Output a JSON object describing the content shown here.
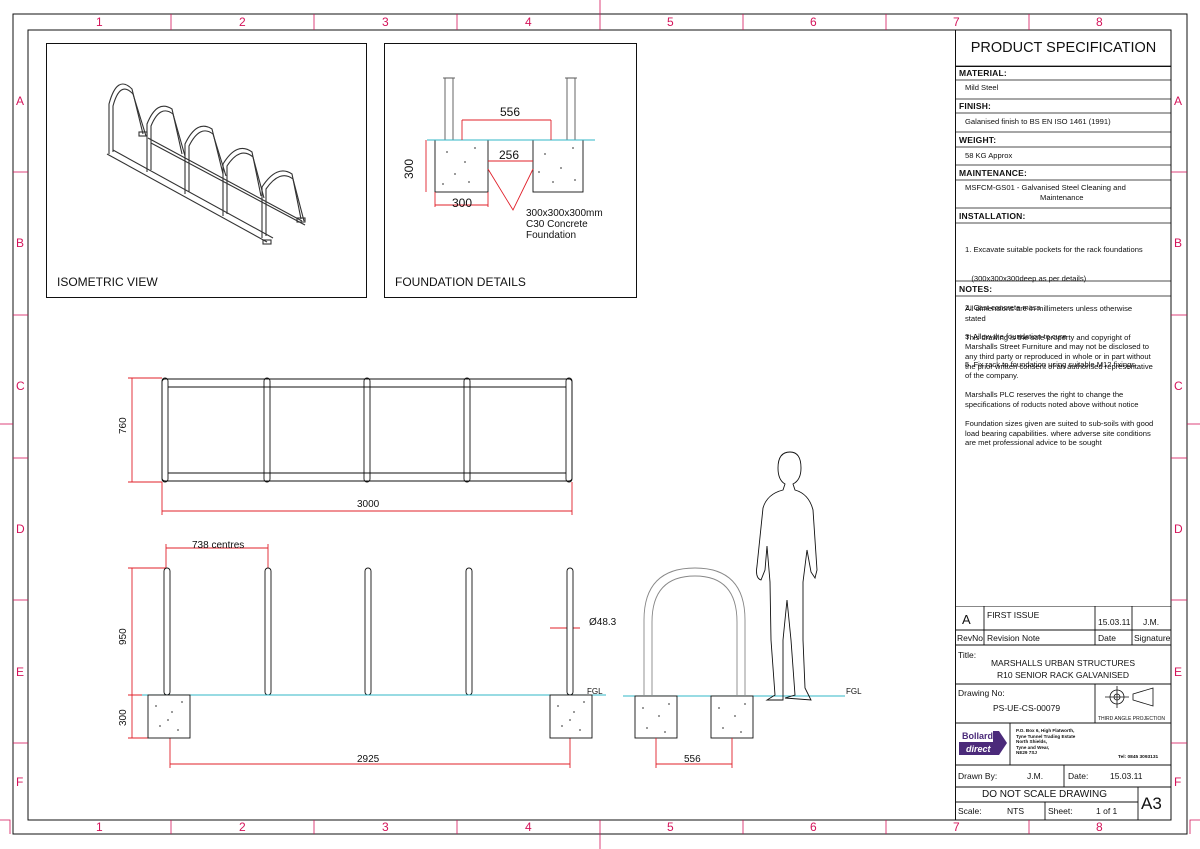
{
  "border": {
    "zones_top": [
      "1",
      "2",
      "3",
      "4",
      "5",
      "6",
      "7",
      "8"
    ],
    "zones_side": [
      "A",
      "B",
      "C",
      "D",
      "E",
      "F"
    ]
  },
  "views": {
    "isometric_label": "ISOMETRIC VIEW",
    "foundation_label": "FOUNDATION DETAILS"
  },
  "foundation": {
    "dim_556": "556",
    "dim_256": "256",
    "dim_300_h": "300",
    "dim_300_w": "300",
    "note_lines": [
      "300x300x300mm",
      "C30 Concrete",
      "Foundation"
    ]
  },
  "plan": {
    "dim_760": "760",
    "dim_3000": "3000"
  },
  "elevation": {
    "dim_centres": "738 centres",
    "dim_950": "950",
    "dim_300": "300",
    "dim_dia": "Ø48.3",
    "fgl": "FGL",
    "dim_2925": "2925"
  },
  "end_view": {
    "dim_556": "556",
    "fgl": "FGL"
  },
  "spec": {
    "title": "PRODUCT SPECIFICATION",
    "material_h": "MATERIAL:",
    "material": "Mild Steel",
    "finish_h": "FINISH:",
    "finish": "Galanised finish to BS EN ISO 1461 (1991)",
    "weight_h": "WEIGHT:",
    "weight": "58 KG Approx",
    "maint_h": "MAINTENANCE:",
    "maint_lines": [
      "MSFCM-GS01  - Galvanised Steel Cleaning and",
      "Maintenance"
    ],
    "install_h": "INSTALLATION:",
    "install_lines": [
      "1. Excavate suitable pockets for the rack foundations",
      "   (300x300x300deep as per details)",
      "2. Cast concrete mass",
      "3. Allow the foundation to cure",
      "5. Fix rack to foundation using suitable M12 fixings"
    ],
    "notes_h": "NOTES:",
    "notes_lines": [
      "All dimensions are in millimeters unless otherwise",
      "stated",
      "",
      "This drawing is the sole property and copyright of",
      "Marshalls Street Furniture and may not be disclosed to",
      "any third party or reproduced in whole or in part without",
      "the prior written consent of an authorised representative",
      "of the company.",
      "",
      "Marshalls PLC reserves the right to change the",
      "specifications of roducts noted above without notice",
      "",
      "Foundation sizes given are suited to sub-soils with good",
      "load bearing capabilities. where adverse site conditions",
      "are met professional advice to be sought"
    ]
  },
  "titleblock": {
    "rev": "A",
    "rev_note": "FIRST ISSUE",
    "rev_date": "15.03.11",
    "rev_sig": "J.M.",
    "col_revno": "RevNo",
    "col_note": "Revision Note",
    "col_date": "Date",
    "col_sig": "Signature",
    "title_label": "Title:",
    "title_line1": "MARSHALLS URBAN STRUCTURES",
    "title_line2": "R10 SENIOR RACK GALVANISED",
    "drawing_no_label": "Drawing No:",
    "drawing_no": "PS-UE-CS-00079",
    "projection": "THIRD ANGLE PROJECTION",
    "logo_line1": "Bollards",
    "logo_line2": "direct",
    "address_lines": [
      "P.O. Box 6, High Flatworth,",
      "Tyne Tunnel Trading Estate",
      "North Shields,",
      "Tyne and Wear,",
      "NE29 7SJ"
    ],
    "tel": "Tel:  0845 3093131",
    "drawn_by_label": "Drawn By:",
    "drawn_by": "J.M.",
    "date_label": "Date:",
    "date": "15.03.11",
    "dns": "DO NOT SCALE DRAWING",
    "size": "A3",
    "scale_label": "Scale:",
    "scale": "NTS",
    "sheet_label": "Sheet:",
    "sheet": "1 of 1"
  },
  "colors": {
    "zone": "#d4145a",
    "dimension": "#e0202a",
    "ground": "#31b7c7",
    "line": "#111111"
  }
}
